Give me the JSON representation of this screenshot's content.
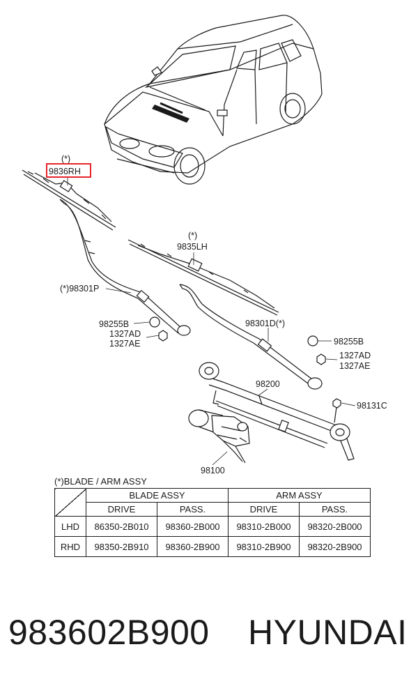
{
  "callouts": {
    "mark_top": "(*)",
    "rh_blade": "9836RH",
    "mark_lh": "(*)",
    "lh_blade": "9835LH",
    "arm_p": "(*)98301P",
    "cap_left": "98255B",
    "nut_ad_left": "1327AD",
    "nut_ae_left": "1327AE",
    "arm_d": "98301D(*)",
    "cap_right": "98255B",
    "nut_ad_right": "1327AD",
    "nut_ae_right": "1327AE",
    "linkage": "98200",
    "bolt": "98131C",
    "motor": "98100"
  },
  "highlight_color": "#e8232a",
  "table": {
    "note": "(*)BLADE / ARM ASSY",
    "group_headers": [
      "BLADE ASSY",
      "ARM ASSY"
    ],
    "sub_headers": [
      "DRIVE",
      "PASS.",
      "DRIVE",
      "PASS."
    ],
    "rows": [
      {
        "label": "LHD",
        "cells": [
          "86350-2B010",
          "98360-2B000",
          "98310-2B000",
          "98320-2B000"
        ]
      },
      {
        "label": "RHD",
        "cells": [
          "98350-2B910",
          "98360-2B900",
          "98310-2B900",
          "98320-2B900"
        ]
      }
    ]
  },
  "footer": {
    "part_number": "983602B900",
    "brand": "HYUNDAI"
  }
}
